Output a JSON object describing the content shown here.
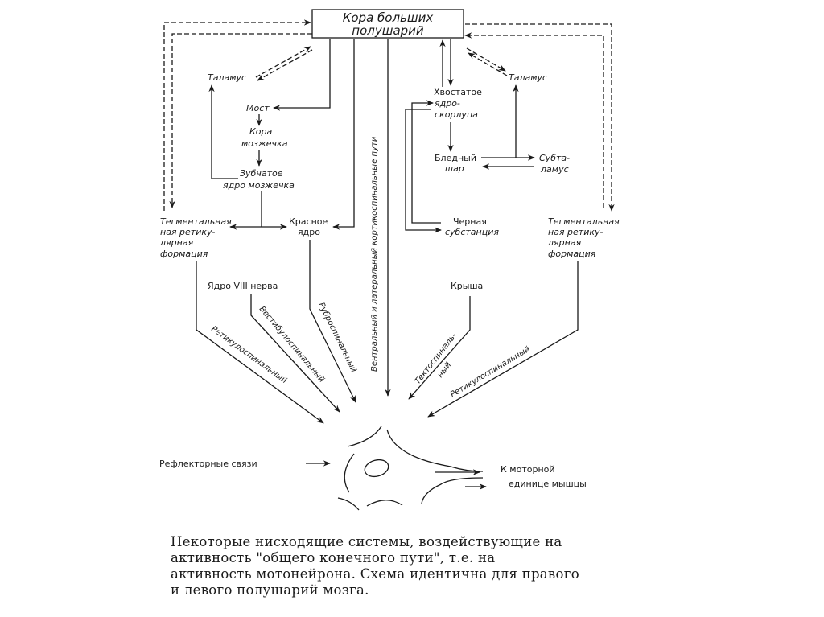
{
  "diagram": {
    "cortex": [
      "Кора больших",
      "полушарий"
    ],
    "left": {
      "thalamus": "Таламус",
      "pons": "Мост",
      "cerebellar_cortex": [
        "Кора",
        "мозжечка"
      ],
      "dentate": [
        "Зубчатое",
        "ядро мозжечка"
      ],
      "red_nucleus": [
        "Красное",
        "ядро"
      ],
      "tegmental": [
        "Тегментальная",
        "ная ретику-",
        "лярная",
        "формация"
      ],
      "nerve_nucleus": "Ядро VIII нерва",
      "tracts": {
        "reticulospinal": "Ретикулоспинальный",
        "vestibulospinal": "Вестибулоспинальный",
        "rubrospinal": "Руброспинальный"
      }
    },
    "center_tract": "Вентральный и латеральный кортикоспинальные пути",
    "right": {
      "thalamus": "Таламус",
      "caudate": [
        "Хвостатое",
        "ядро-",
        "скорлупа"
      ],
      "globus_pallidus": [
        "Бледный",
        "шар"
      ],
      "subthalamus": [
        "Субта-",
        "ламус"
      ],
      "substantia_nigra": [
        "Черная",
        "субстанция"
      ],
      "tegmental": [
        "Тегментальная",
        "ная ретику-",
        "лярная",
        "формация"
      ],
      "tectum": "Крыша",
      "tracts": {
        "tectospinal": [
          "Тектоспиналь-",
          "ный"
        ],
        "reticulospinal": "Ретикулоспинальный"
      }
    },
    "neuron": {
      "reflex": "Рефлекторные связи",
      "output": [
        "К моторной",
        "единице мышцы"
      ]
    }
  },
  "caption": [
    "Некоторые нисходящие системы, воздействующие на",
    "активность \"общего конечного пути\", т.е. на",
    "активность мотонейрона. Схема идентична для правого",
    "и левого полушарий мозга."
  ]
}
